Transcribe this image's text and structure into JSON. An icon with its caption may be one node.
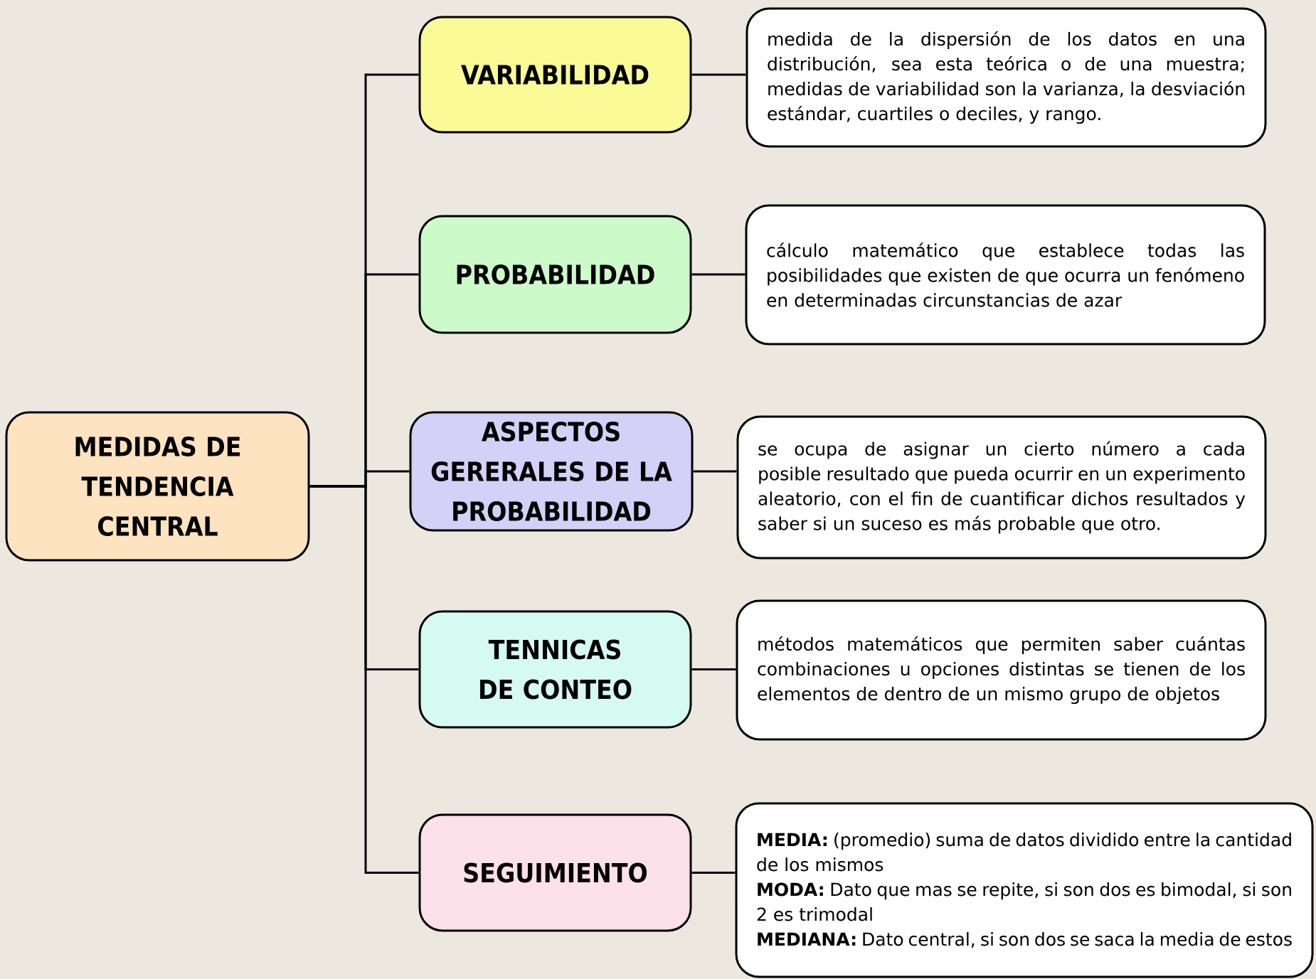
{
  "diagram": {
    "nodes": [
      {
        "text": [
          "MEDIDAS DE TENDENCIA CENTRAL"
        ]
      },
      {
        "text": [
          "VARIABILIDAD"
        ]
      },
      {
        "text": [
          "PROBABILIDAD"
        ]
      },
      {
        "text": [
          "ASPECTOS GERERALES DE LA PROBABILIDAD"
        ]
      },
      {
        "text": [
          "TENNICAS DE CONTEO"
        ]
      },
      {
        "text": [
          "SEGUIMIENTO"
        ]
      },
      {
        "text": [
          "medida de la dispersión de los datos en una distribución, sea esta teórica o de una muestra; medidas de variabilidad son la varianza, la desviación estándar, cuartiles o deciles, y rango."
        ]
      },
      {
        "text": [
          "cálculo matemático que establece todas las posibilidades que existen de que ocurra un fenómeno en determinadas circunstancias de azar"
        ]
      },
      {
        "text": [
          "se ocupa de asignar un cierto número a cada posible resultado que pueda ocurrir en un experimento aleatorio, con el fin de cuantificar dichos resultados y saber si un suceso es más probable que otro."
        ]
      },
      {
        "text": [
          "métodos matemáticos que permiten saber cuántas combinaciones u opciones distintas se tienen de los elementos de dentro de un mismo grupo de objetos"
        ]
      },
      {
        "text": [
          "**MEDIA:** (promedio) suma de datos dividido entre la cantidad de los mismos",
          "**MODA:** Dato que mas se repite, si son dos es bimodal, si son 2 es trimodal",
          "**MEDIANA:** Dato central, si son dos se saca la media de estos"
        ]
      }
    ],
    "edges": [
      {
        "from": 0,
        "to": 1,
        "arrow": "none"
      },
      {
        "from": 0,
        "to": 2,
        "arrow": "none"
      },
      {
        "from": 0,
        "to": 3,
        "arrow": "none"
      },
      {
        "from": 0,
        "to": 4,
        "arrow": "none"
      },
      {
        "from": 0,
        "to": 5,
        "arrow": "none"
      },
      {
        "from": 1,
        "to": 6,
        "arrow": "none"
      },
      {
        "from": 2,
        "to": 7,
        "arrow": "none"
      },
      {
        "from": 3,
        "to": 8,
        "arrow": "none"
      },
      {
        "from": 4,
        "to": 9,
        "arrow": "none"
      },
      {
        "from": 5,
        "to": 10,
        "arrow": "none"
      }
    ]
  }
}
